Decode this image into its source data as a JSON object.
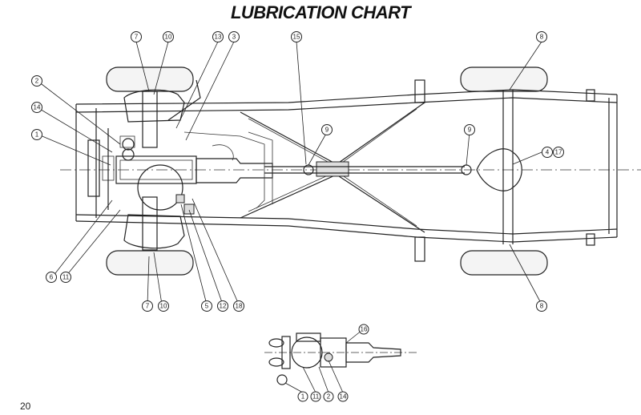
{
  "title": "LUBRICATION CHART",
  "page_number": "20",
  "callouts_main": [
    "7",
    "10",
    "13",
    "3",
    "15",
    "8",
    "2",
    "14",
    "1",
    "9",
    "9",
    "4",
    "17",
    "6",
    "11",
    "7",
    "10",
    "5",
    "12",
    "18",
    "8"
  ],
  "callouts_inset": [
    "16",
    "1",
    "11",
    "2",
    "14"
  ]
}
